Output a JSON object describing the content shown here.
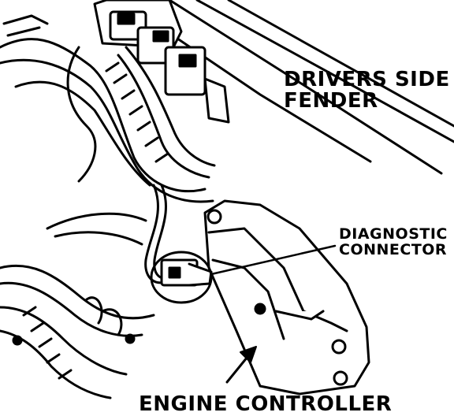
{
  "labels": {
    "fender": "DRIVERS SIDE\nFENDER",
    "diagnostic": "DIAGNOSTIC\nCONNECTOR",
    "engine": "ENGINE CONTROLLER"
  },
  "colors": {
    "ink": "#000000",
    "paper": "#ffffff"
  }
}
